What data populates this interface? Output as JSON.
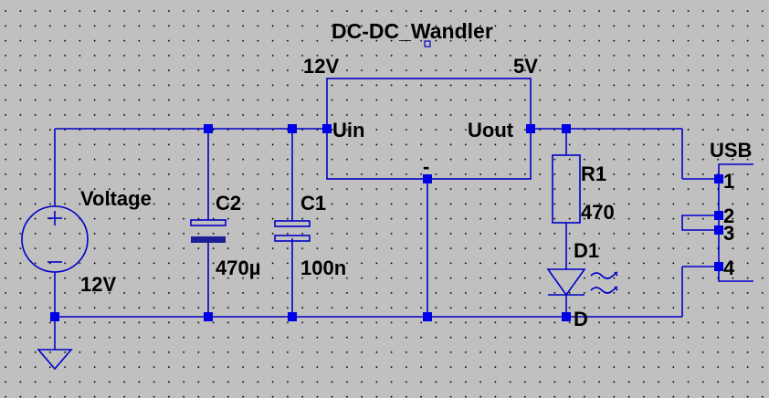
{
  "schematic": {
    "title": "DC-DC_Wandler",
    "module": {
      "input_voltage": "12V",
      "output_voltage": "5V",
      "pin_in": "Uin",
      "pin_out": "Uout",
      "pin_gnd": "-"
    },
    "source": {
      "name": "Voltage",
      "value": "12V"
    },
    "c2": {
      "name": "C2",
      "value": "470µ"
    },
    "c1": {
      "name": "C1",
      "value": "100n"
    },
    "r1": {
      "name": "R1",
      "value": "470"
    },
    "d1": {
      "name": "D1",
      "value": "D"
    },
    "usb": {
      "name": "USB",
      "pins": [
        "1",
        "2",
        "3",
        "4"
      ]
    },
    "colors": {
      "wire": "#0000c8",
      "background": "#c0c0c0",
      "junction": "#0000e6"
    }
  }
}
